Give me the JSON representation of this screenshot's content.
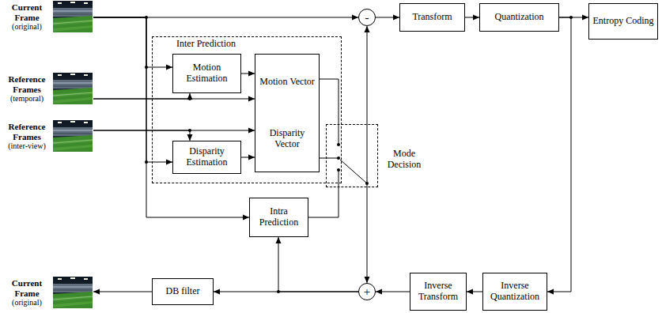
{
  "diagram": {
    "nodes": [
      {
        "text": [
          "Current Frame",
          "(original)"
        ]
      },
      {
        "text": [
          "Reference Frames",
          "(temporal)"
        ]
      },
      {
        "text": [
          "Reference Frames",
          "(inter-view)"
        ]
      },
      {
        "text": [
          "Inter Prediction"
        ]
      },
      {
        "text": [
          "Motion Estimation"
        ],
        "in": 3
      },
      {
        "text": [
          "Motion Vector",
          "Disparity Vector"
        ],
        "in": 3
      },
      {
        "text": [
          "Disparity Estimation"
        ],
        "in": 3
      },
      {
        "text": [
          "Mode Decision"
        ]
      },
      {
        "text": [
          "-"
        ]
      },
      {
        "text": [
          "Transform"
        ]
      },
      {
        "text": [
          "Quantization"
        ]
      },
      {
        "text": [
          "Entropy Coding"
        ]
      },
      {
        "text": [
          "Intra Prediction"
        ]
      },
      {
        "text": [
          "+"
        ]
      },
      {
        "text": [
          "Inverse Transform"
        ]
      },
      {
        "text": [
          "Inverse Quantization"
        ]
      },
      {
        "text": [
          "DB filter"
        ]
      },
      {
        "text": [
          "Current Frame",
          "(original)"
        ]
      }
    ],
    "edges": [
      {
        "from": 0,
        "to": 8,
        "arrow": "to"
      },
      {
        "from": 0,
        "to": 4,
        "arrow": "to"
      },
      {
        "from": 0,
        "to": 6,
        "arrow": "to"
      },
      {
        "from": 0,
        "to": 12,
        "arrow": "to"
      },
      {
        "from": 1,
        "to": 4,
        "arrow": "to"
      },
      {
        "from": 1,
        "to": 5,
        "arrow": "to"
      },
      {
        "from": 2,
        "to": 6,
        "arrow": "to"
      },
      {
        "from": 2,
        "to": 5,
        "arrow": "to"
      },
      {
        "from": 4,
        "to": 5,
        "arrow": "to"
      },
      {
        "from": 6,
        "to": 5,
        "arrow": "to"
      },
      {
        "from": 5,
        "to": 7,
        "arrow": "none"
      },
      {
        "from": 5,
        "to": 7,
        "arrow": "none"
      },
      {
        "from": 12,
        "to": 7,
        "arrow": "none"
      },
      {
        "from": 7,
        "to": 8,
        "arrow": "to"
      },
      {
        "from": 7,
        "to": 13,
        "arrow": "to"
      },
      {
        "from": 8,
        "to": 9,
        "arrow": "to"
      },
      {
        "from": 9,
        "to": 10,
        "arrow": "to"
      },
      {
        "from": 10,
        "to": 11,
        "arrow": "to"
      },
      {
        "from": 10,
        "to": 15,
        "arrow": "to"
      },
      {
        "from": 15,
        "to": 14,
        "arrow": "to"
      },
      {
        "from": 14,
        "to": 13,
        "arrow": "to"
      },
      {
        "from": 13,
        "to": 16,
        "arrow": "to"
      },
      {
        "from": 13,
        "to": 12,
        "arrow": "to"
      },
      {
        "from": 16,
        "to": 17,
        "arrow": "to"
      }
    ]
  }
}
